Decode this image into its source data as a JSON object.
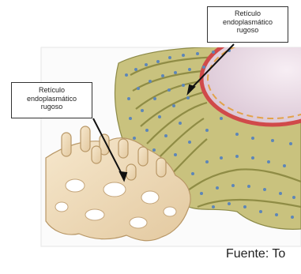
{
  "labels": {
    "top": [
      "Retículo",
      "endoplasmático",
      "rugoso"
    ],
    "left": [
      "Retículo",
      "endoplasmático",
      "rugoso"
    ]
  },
  "source": "Fuente: To",
  "colors": {
    "er_membrane": "#c6c07a",
    "er_lumen": "#a7a24f",
    "ribosome": "#5d86b8",
    "nucleus": "#efe2ec",
    "nuclear_envelope": "#cf4a4a",
    "smooth_er": "#efdcb9"
  }
}
